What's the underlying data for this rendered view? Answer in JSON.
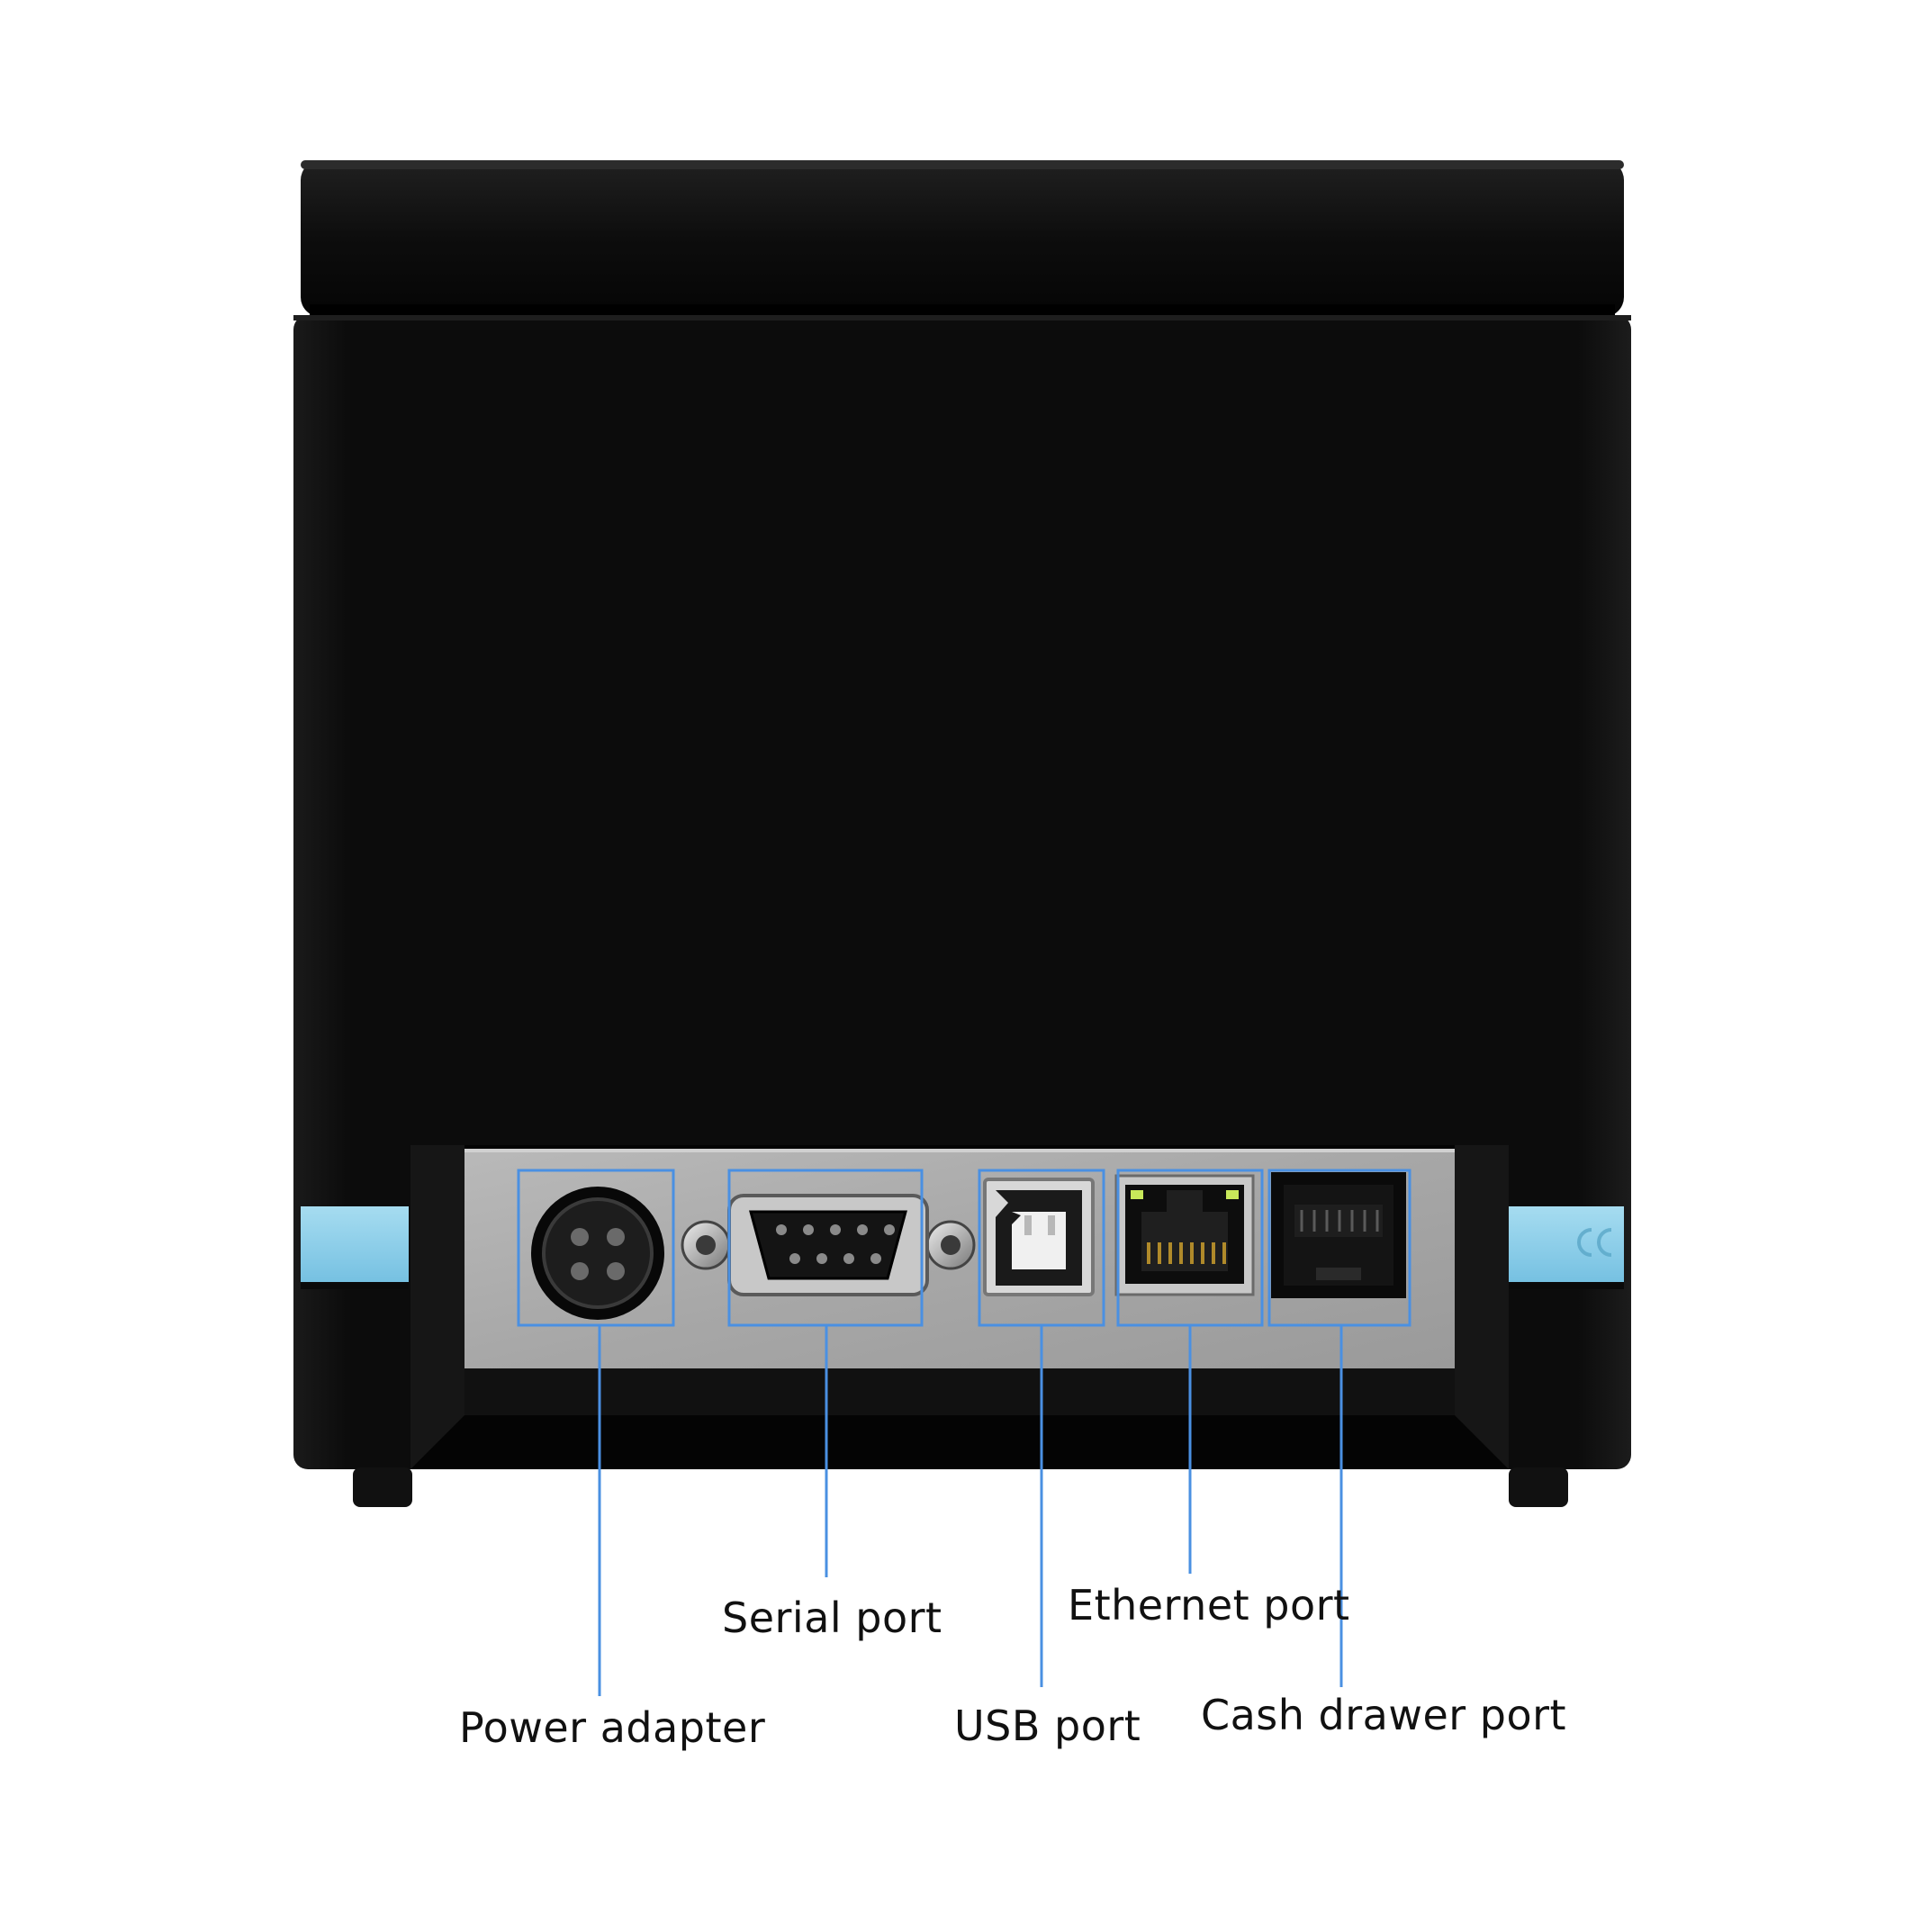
{
  "image": {
    "subject": "thermal receipt printer rear view",
    "background_color": "#ffffff",
    "body_color": "#0b0b0b",
    "accent_stripe_color": "#8fd0ea",
    "callout_color": "#4a90e2"
  },
  "callouts": [
    {
      "id": "power",
      "label": "Power adapter"
    },
    {
      "id": "serial",
      "label": "Serial port"
    },
    {
      "id": "usb",
      "label": "USB port"
    },
    {
      "id": "ethernet",
      "label": "Ethernet port"
    },
    {
      "id": "cash",
      "label": "Cash drawer port"
    }
  ]
}
